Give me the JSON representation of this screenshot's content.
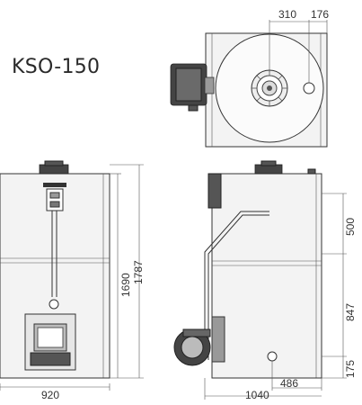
{
  "title": "KSO-150",
  "dimensions": {
    "top_left": "310",
    "top_right": "176",
    "front_width": "920",
    "front_height_1": "1690",
    "front_height_2": "1787",
    "side_upper": "500",
    "side_mid": "847",
    "side_low": "175",
    "side_offset": "486",
    "side_depth": "1040"
  }
}
